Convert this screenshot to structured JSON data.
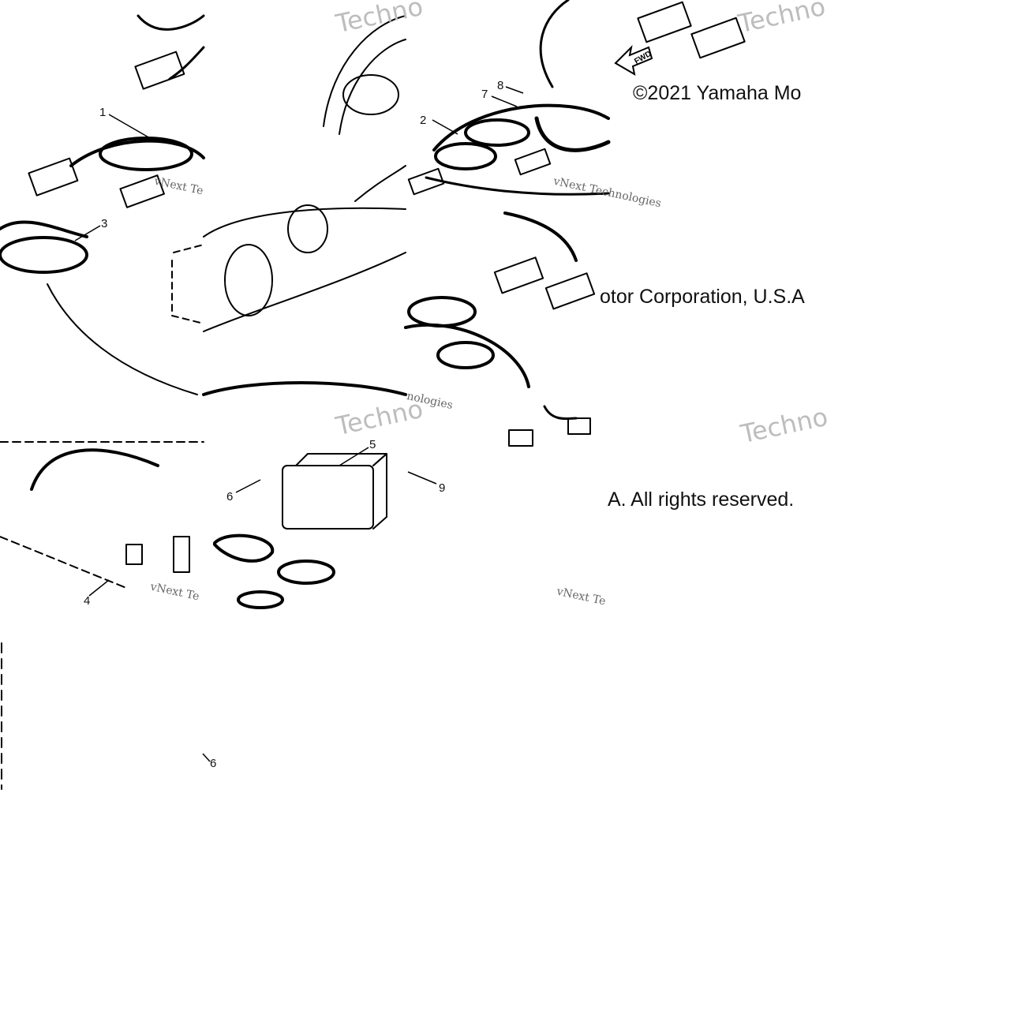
{
  "copyright": {
    "part1": "©2021 Yamaha Mo",
    "part2": "otor Corporation, U.S.A",
    "part3": "A. All rights reserved."
  },
  "watermarks": {
    "brand": "Techno",
    "brand_full": "vNext Technologies",
    "short": "vNext Te",
    "nologies": "nologies"
  },
  "callouts": [
    "1",
    "2",
    "3",
    "4",
    "5",
    "6",
    "6",
    "7",
    "8",
    "9"
  ],
  "icons": {
    "fwd_arrow": "FWD"
  }
}
